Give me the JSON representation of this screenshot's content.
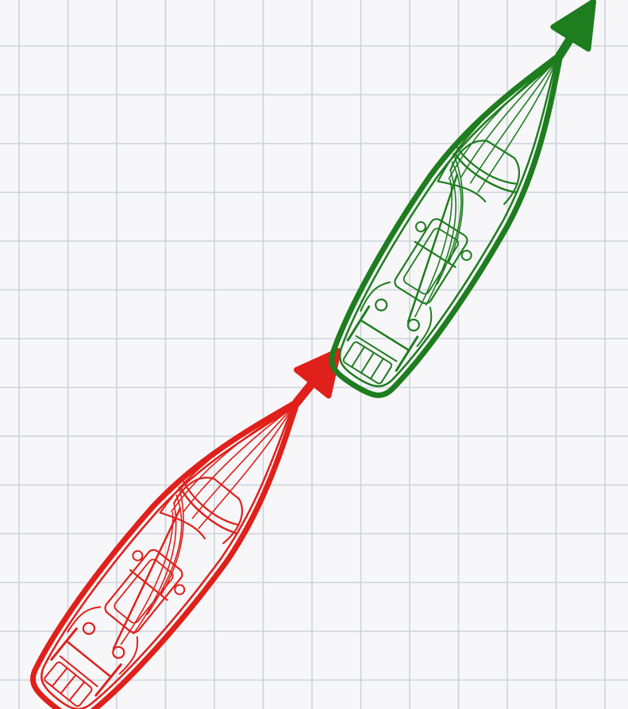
{
  "diagram": {
    "background": "#f7f7f9",
    "grid_color": "#cdd2dc",
    "boats": [
      {
        "id": "boat-red",
        "color": "#e0201a",
        "heading": "north-east"
      },
      {
        "id": "boat-green",
        "color": "#1e7d1e",
        "heading": "north-east"
      }
    ]
  }
}
